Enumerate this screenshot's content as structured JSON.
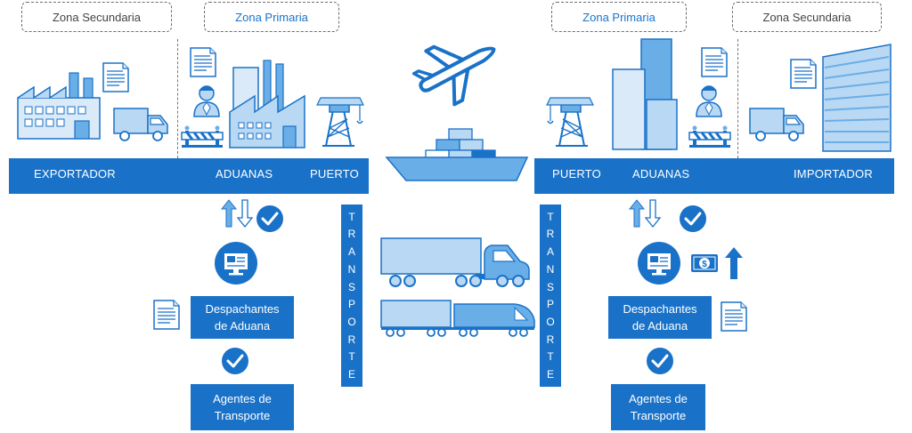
{
  "zones": {
    "left_secondary": "Zona Secundaria",
    "left_primary": "Zona Primaria",
    "right_primary": "Zona Primaria",
    "right_secondary": "Zona Secundaria"
  },
  "bar_labels": {
    "exportador": "EXPORTADOR",
    "aduanas_left": "ADUANAS",
    "puerto_left": "PUERTO",
    "puerto_right": "PUERTO",
    "aduanas_right": "ADUANAS",
    "importador": "IMPORTADOR"
  },
  "transport": {
    "left": [
      "T",
      "R",
      "A",
      "N",
      "S",
      "P",
      "O",
      "R",
      "T",
      "E"
    ],
    "right": [
      "T",
      "R",
      "A",
      "N",
      "S",
      "P",
      "O",
      "R",
      "T",
      "E"
    ]
  },
  "boxes": {
    "despachantes_left_1": "Despachantes",
    "despachantes_left_2": "de Aduana",
    "agentes_left_1": "Agentes de",
    "agentes_left_2": "Transporte",
    "despachantes_right_1": "Despachantes",
    "despachantes_right_2": "de Aduana",
    "agentes_right_1": "Agentes de",
    "agentes_right_2": "Transporte"
  },
  "money_symbol": "$",
  "icons": [
    "factory-icon",
    "truck-icon",
    "document-icon",
    "officer-icon",
    "barrier-icon",
    "port-crane-icon",
    "airplane-icon",
    "cargo-ship-icon",
    "semi-truck-icon",
    "train-icon",
    "computer-icon",
    "check-icon",
    "up-down-arrows-icon",
    "money-icon",
    "warehouse-icon",
    "building-icon"
  ],
  "colors": {
    "primary": "#1a72c8",
    "light": "#b9d8f3",
    "mid": "#6aaee8",
    "outline": "#1a72c8"
  }
}
